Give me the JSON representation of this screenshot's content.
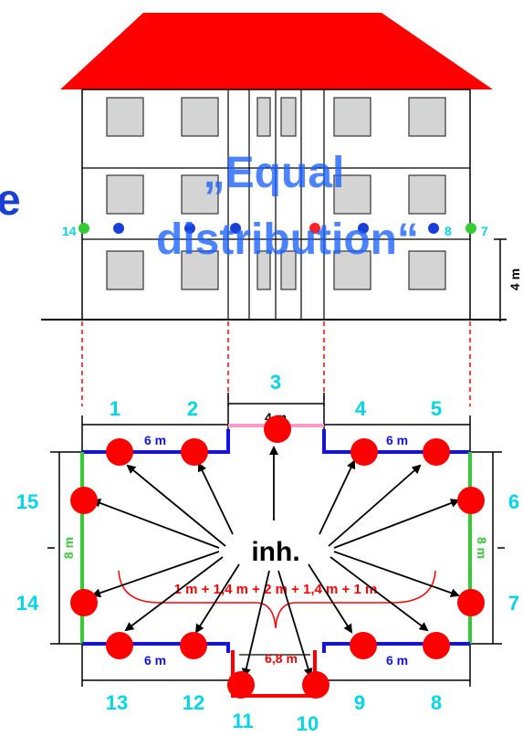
{
  "title": {
    "line1": "„Equal",
    "line2": "distribution“"
  },
  "left_fragment": "e",
  "center_label": "inh.",
  "formula": "1 m + 1,4 m + 2 m + 1,4 m + 1 m",
  "height_label": "4 m",
  "dimensions": {
    "top_left": "6 m",
    "top_center": "4 m",
    "top_right": "6 m",
    "bottom_left": "6 m",
    "bottom_center": "6,8 m",
    "bottom_right": "6 m",
    "left_side": "8 m",
    "right_side": "8 m"
  },
  "facade_labels": {
    "left": "14",
    "right_near": "8",
    "right_far": "7"
  },
  "numbers": [
    "1",
    "2",
    "3",
    "4",
    "5",
    "6",
    "7",
    "8",
    "9",
    "10",
    "11",
    "12",
    "13",
    "14",
    "15"
  ],
  "colors": {
    "roof": "#ff0000",
    "dot": "#ff0000",
    "numbers": "#00d7ea",
    "title": "#1a60ff",
    "wall_blue": "#1111ee",
    "wall_green": "#33cc33",
    "wall_pink": "#ff99cc"
  }
}
